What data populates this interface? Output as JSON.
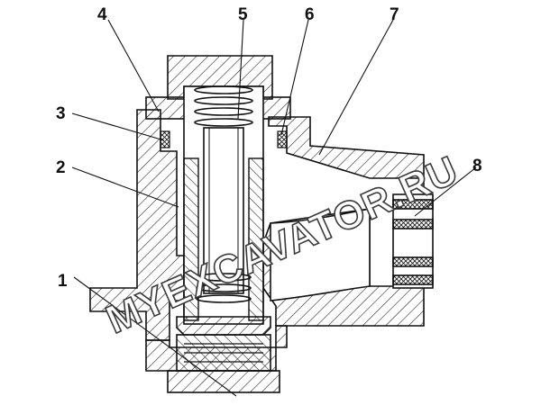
{
  "callouts": [
    "1",
    "2",
    "3",
    "4",
    "5",
    "6",
    "7",
    "8"
  ],
  "watermark": "MYEXCAVATOR.RU"
}
